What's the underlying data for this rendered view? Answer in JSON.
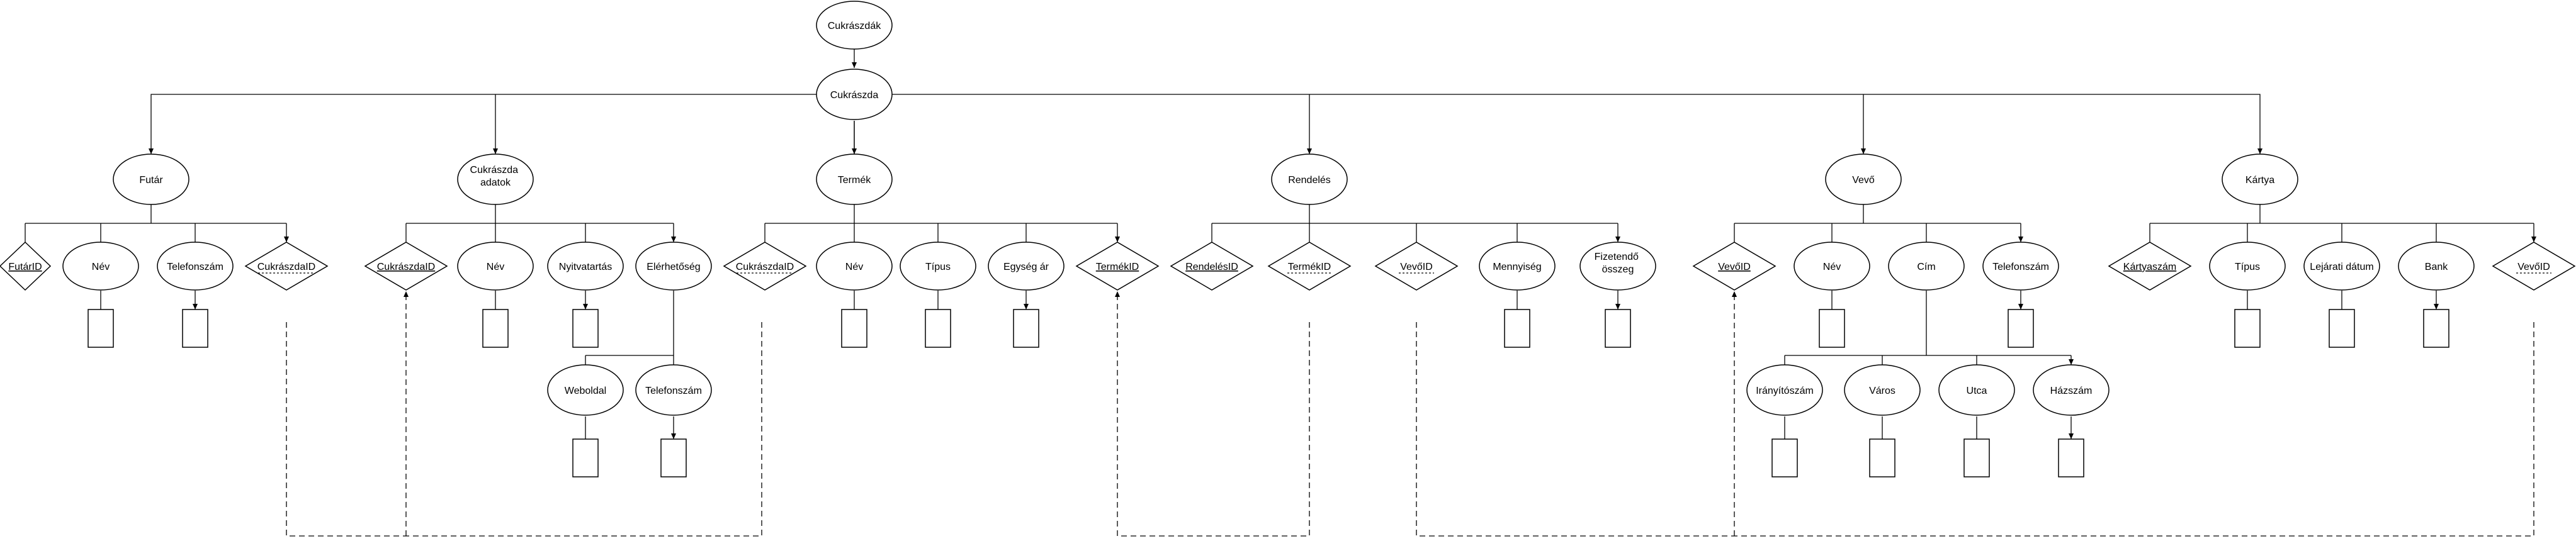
{
  "diagram": {
    "root": {
      "label": "Cukrászdák"
    },
    "center": {
      "label": "Cukrászda"
    },
    "entities": [
      {
        "id": "futar",
        "label": "Futár",
        "attributes": [
          {
            "label": "FutárID",
            "shape": "diamond",
            "key": "primary"
          },
          {
            "label": "Név",
            "shape": "ellipse"
          },
          {
            "label": "Telefonszám",
            "shape": "ellipse"
          },
          {
            "label": "CukrászdaID",
            "shape": "diamond",
            "key": "partial"
          }
        ]
      },
      {
        "id": "cukraszda-adatok",
        "label": "Cukrászda adatok",
        "attributes": [
          {
            "label": "CukrászdaID",
            "shape": "diamond",
            "key": "primary"
          },
          {
            "label": "Név",
            "shape": "ellipse"
          },
          {
            "label": "Nyitvatartás",
            "shape": "ellipse"
          },
          {
            "label": "Elérhetőség",
            "shape": "ellipse",
            "children": [
              {
                "label": "Weboldal"
              },
              {
                "label": "Telefonszám"
              }
            ]
          }
        ]
      },
      {
        "id": "termek",
        "label": "Termék",
        "attributes": [
          {
            "label": "CukrászdaID",
            "shape": "diamond",
            "key": "partial"
          },
          {
            "label": "Név",
            "shape": "ellipse"
          },
          {
            "label": "Típus",
            "shape": "ellipse"
          },
          {
            "label": "Egység ár",
            "shape": "ellipse"
          },
          {
            "label": "TermékID",
            "shape": "diamond",
            "key": "primary"
          }
        ]
      },
      {
        "id": "rendeles",
        "label": "Rendelés",
        "attributes": [
          {
            "label": "RendelésID",
            "shape": "diamond",
            "key": "primary"
          },
          {
            "label": "TermékID",
            "shape": "diamond",
            "key": "partial"
          },
          {
            "label": "VevőID",
            "shape": "diamond",
            "key": "partial"
          },
          {
            "label": "Mennyiség",
            "shape": "ellipse"
          },
          {
            "label": "Fizetendő összeg",
            "shape": "ellipse"
          }
        ]
      },
      {
        "id": "vevo",
        "label": "Vevő",
        "attributes": [
          {
            "label": "VevőID",
            "shape": "diamond",
            "key": "primary"
          },
          {
            "label": "Név",
            "shape": "ellipse"
          },
          {
            "label": "Cím",
            "shape": "ellipse",
            "children": [
              {
                "label": "Irányítószám"
              },
              {
                "label": "Város"
              },
              {
                "label": "Utca"
              },
              {
                "label": "Házszám"
              }
            ]
          },
          {
            "label": "Telefonszám",
            "shape": "ellipse"
          }
        ]
      },
      {
        "id": "kartya",
        "label": "Kártya",
        "attributes": [
          {
            "label": "Kártyaszám",
            "shape": "diamond",
            "key": "primary"
          },
          {
            "label": "Típus",
            "shape": "ellipse"
          },
          {
            "label": "Lejárati dátum",
            "shape": "ellipse"
          },
          {
            "label": "Bank",
            "shape": "ellipse"
          },
          {
            "label": "VevőID",
            "shape": "diamond",
            "key": "partial"
          }
        ]
      }
    ]
  }
}
